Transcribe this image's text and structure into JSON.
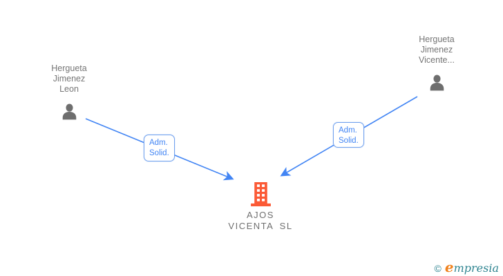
{
  "diagram": {
    "persons": [
      {
        "id": "person-left",
        "name_lines": [
          "Hergueta",
          "Jimenez",
          "Leon"
        ]
      },
      {
        "id": "person-right",
        "name_lines": [
          "Hergueta",
          "Jimenez",
          "Vicente..."
        ]
      }
    ],
    "company": {
      "name_lines": [
        "AJOS",
        "VICENTA SL"
      ]
    },
    "edges": [
      {
        "from": "person-left",
        "to": "company",
        "label_lines": [
          "Adm.",
          "Solid."
        ]
      },
      {
        "from": "person-right",
        "to": "company",
        "label_lines": [
          "Adm.",
          "Solid."
        ]
      }
    ],
    "colors": {
      "edge_blue": "#4285F4",
      "edge_label_border": "#71A1EE",
      "person_icon_gray": "#6E6E6E",
      "person_text_gray": "#757575",
      "company_icon_orange": "#FB5A36",
      "company_text_gray": "#6F6F6F"
    }
  },
  "footer": {
    "copyright": "©",
    "brand_initial": "e",
    "brand_rest": "mpresia",
    "colors": {
      "teal": "#2E8490",
      "orange": "#F0821E"
    }
  }
}
